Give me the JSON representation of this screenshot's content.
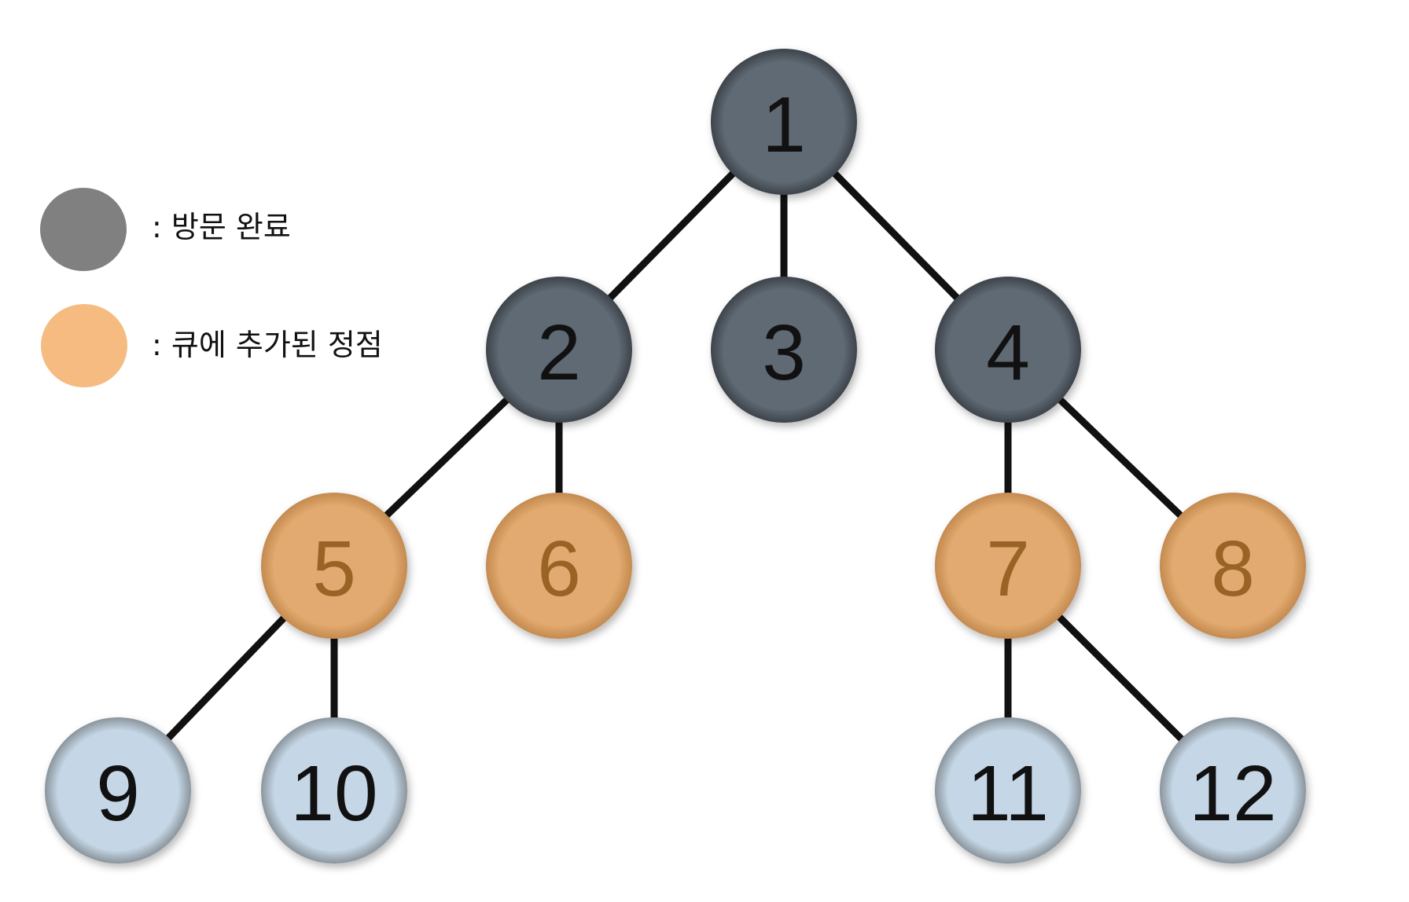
{
  "legend": [
    {
      "label": ":  방문 완료",
      "color": "#808080"
    },
    {
      "label": ":  큐에 추가된 정점",
      "color": "#f5bb80"
    }
  ],
  "styles": {
    "visited": {
      "fill": "#5f6a74",
      "rim": "#3d434a",
      "text": "#111111"
    },
    "queued": {
      "fill": "#e2aa6f",
      "rim": "#c48a4f",
      "text": "#9a6326"
    },
    "unvisited": {
      "fill": "#c5d7e6",
      "rim": "#8a949c",
      "text": "#111111"
    }
  },
  "nodes": [
    {
      "id": "1",
      "label": "1",
      "state": "visited"
    },
    {
      "id": "2",
      "label": "2",
      "state": "visited"
    },
    {
      "id": "3",
      "label": "3",
      "state": "visited"
    },
    {
      "id": "4",
      "label": "4",
      "state": "visited"
    },
    {
      "id": "5",
      "label": "5",
      "state": "queued"
    },
    {
      "id": "6",
      "label": "6",
      "state": "queued"
    },
    {
      "id": "7",
      "label": "7",
      "state": "queued"
    },
    {
      "id": "8",
      "label": "8",
      "state": "queued"
    },
    {
      "id": "9",
      "label": "9",
      "state": "unvisited"
    },
    {
      "id": "10",
      "label": "10",
      "state": "unvisited"
    },
    {
      "id": "11",
      "label": "11",
      "state": "unvisited"
    },
    {
      "id": "12",
      "label": "12",
      "state": "unvisited"
    }
  ],
  "edges": [
    [
      "1",
      "2"
    ],
    [
      "1",
      "3"
    ],
    [
      "1",
      "4"
    ],
    [
      "2",
      "5"
    ],
    [
      "2",
      "6"
    ],
    [
      "4",
      "7"
    ],
    [
      "4",
      "8"
    ],
    [
      "5",
      "9"
    ],
    [
      "5",
      "10"
    ],
    [
      "7",
      "11"
    ],
    [
      "7",
      "12"
    ]
  ]
}
